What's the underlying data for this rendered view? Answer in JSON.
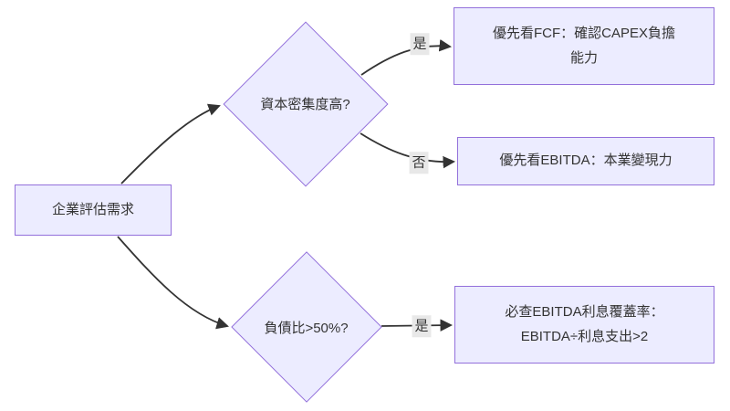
{
  "diagram": {
    "kind": "flowchart",
    "direction": "left-to-right",
    "nodes": {
      "root": {
        "shape": "rectangle",
        "label": "企業評估需求"
      },
      "q_capital": {
        "shape": "diamond",
        "label": "資本密集度高?"
      },
      "q_debt": {
        "shape": "diamond",
        "label": "負債比>50%?"
      },
      "fcf": {
        "shape": "rectangle",
        "label": "優先看FCF：確認CAPEX負擔能力",
        "lines": [
          "優先看FCF：確認CAPEX負擔",
          "能力"
        ]
      },
      "ebitda": {
        "shape": "rectangle",
        "label": "優先看EBITDA：本業變現力"
      },
      "coverage": {
        "shape": "rectangle",
        "label": "必查EBITDA利息覆蓋率：EBITDA÷利息支出>2",
        "lines": [
          "必查EBITDA利息覆蓋率：",
          "EBITDA÷利息支出>2"
        ]
      }
    },
    "edges": [
      {
        "from": "root",
        "to": "q_capital",
        "label": ""
      },
      {
        "from": "root",
        "to": "q_debt",
        "label": ""
      },
      {
        "from": "q_capital",
        "to": "fcf",
        "label": "是"
      },
      {
        "from": "q_capital",
        "to": "ebitda",
        "label": "否"
      },
      {
        "from": "q_debt",
        "to": "coverage",
        "label": "是"
      }
    ],
    "colors": {
      "node_fill": "#ECECFF",
      "node_border": "#9370DB",
      "edge_stroke": "#333333",
      "edge_label_bg": "#e8e8e8",
      "text": "#333333",
      "background": "#ffffff"
    }
  }
}
